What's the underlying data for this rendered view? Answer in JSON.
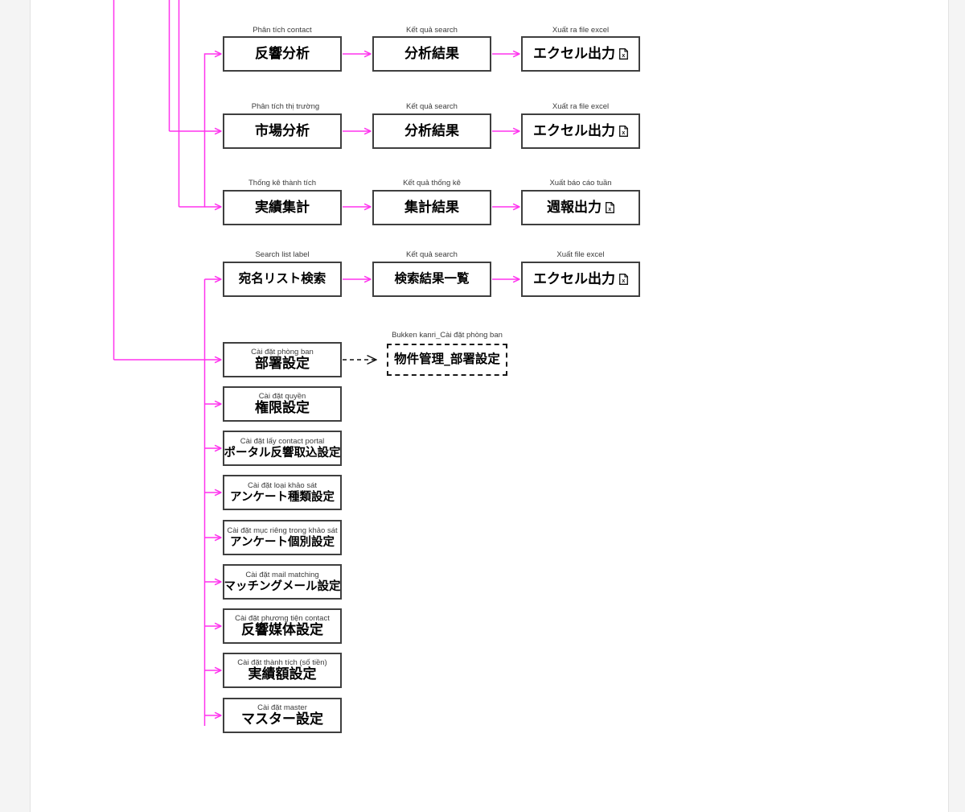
{
  "meta": {
    "accent_color": "#ff33ee",
    "box_border_color": "#3f3f3f",
    "page_background": "#ffffff",
    "canvas_background": "#f4f4f4",
    "caption_color": "#3b3b3b"
  },
  "flows": [
    {
      "id": "contact-analysis",
      "steps": [
        {
          "caption": "Phân tích contact",
          "label": "反響分析",
          "icon": ""
        },
        {
          "caption": "Kết quả search",
          "label": "分析結果",
          "icon": ""
        },
        {
          "caption": "Xuất ra file excel",
          "label": "エクセル出力",
          "icon": "excel-file-icon"
        }
      ]
    },
    {
      "id": "market-analysis",
      "steps": [
        {
          "caption": "Phân tích thị trường",
          "label": "市場分析",
          "icon": ""
        },
        {
          "caption": "Kết quả search",
          "label": "分析結果",
          "icon": ""
        },
        {
          "caption": "Xuất ra file excel",
          "label": "エクセル出力",
          "icon": "excel-file-icon"
        }
      ]
    },
    {
      "id": "performance-stats",
      "steps": [
        {
          "caption": "Thống kê thành tích",
          "label": "実績集計",
          "icon": ""
        },
        {
          "caption": "Kết quả thống kê",
          "label": "集計結果",
          "icon": ""
        },
        {
          "caption": "Xuất báo cáo tuần",
          "label": "週報出力",
          "icon": "excel-file-icon"
        }
      ]
    },
    {
      "id": "address-list-search",
      "steps": [
        {
          "caption": "Search list label",
          "label": "宛名リスト検索",
          "icon": ""
        },
        {
          "caption": "Kết quả search",
          "label": "検索結果一覧",
          "icon": ""
        },
        {
          "caption": "Xuất file excel",
          "label": "エクセル出力",
          "icon": "excel-file-icon"
        }
      ]
    }
  ],
  "settings": {
    "items": [
      {
        "caption": "Cài đặt phòng ban",
        "label": "部署設定"
      },
      {
        "caption": "Cài đặt quyền",
        "label": "権限設定"
      },
      {
        "caption": "Cài đặt lấy contact portal",
        "label": "ポータル反響取込設定"
      },
      {
        "caption": "Cài đặt loại khảo sát",
        "label": "アンケート種類設定"
      },
      {
        "caption": "Cài đặt mục riêng trong khảo sát",
        "label": "アンケート個別設定"
      },
      {
        "caption": "Cài đặt mail matching",
        "label": "マッチングメール設定"
      },
      {
        "caption": "Cài đặt phương tiện contact",
        "label": "反響媒体設定"
      },
      {
        "caption": "Cài đặt thành tích (số tiền)",
        "label": "実績額設定"
      },
      {
        "caption": "Cài đặt master",
        "label": "マスター設定"
      }
    ]
  },
  "external_ref": {
    "caption": "Bukken kanri_Cài đặt phòng ban",
    "label": "物件管理_部署設定"
  }
}
